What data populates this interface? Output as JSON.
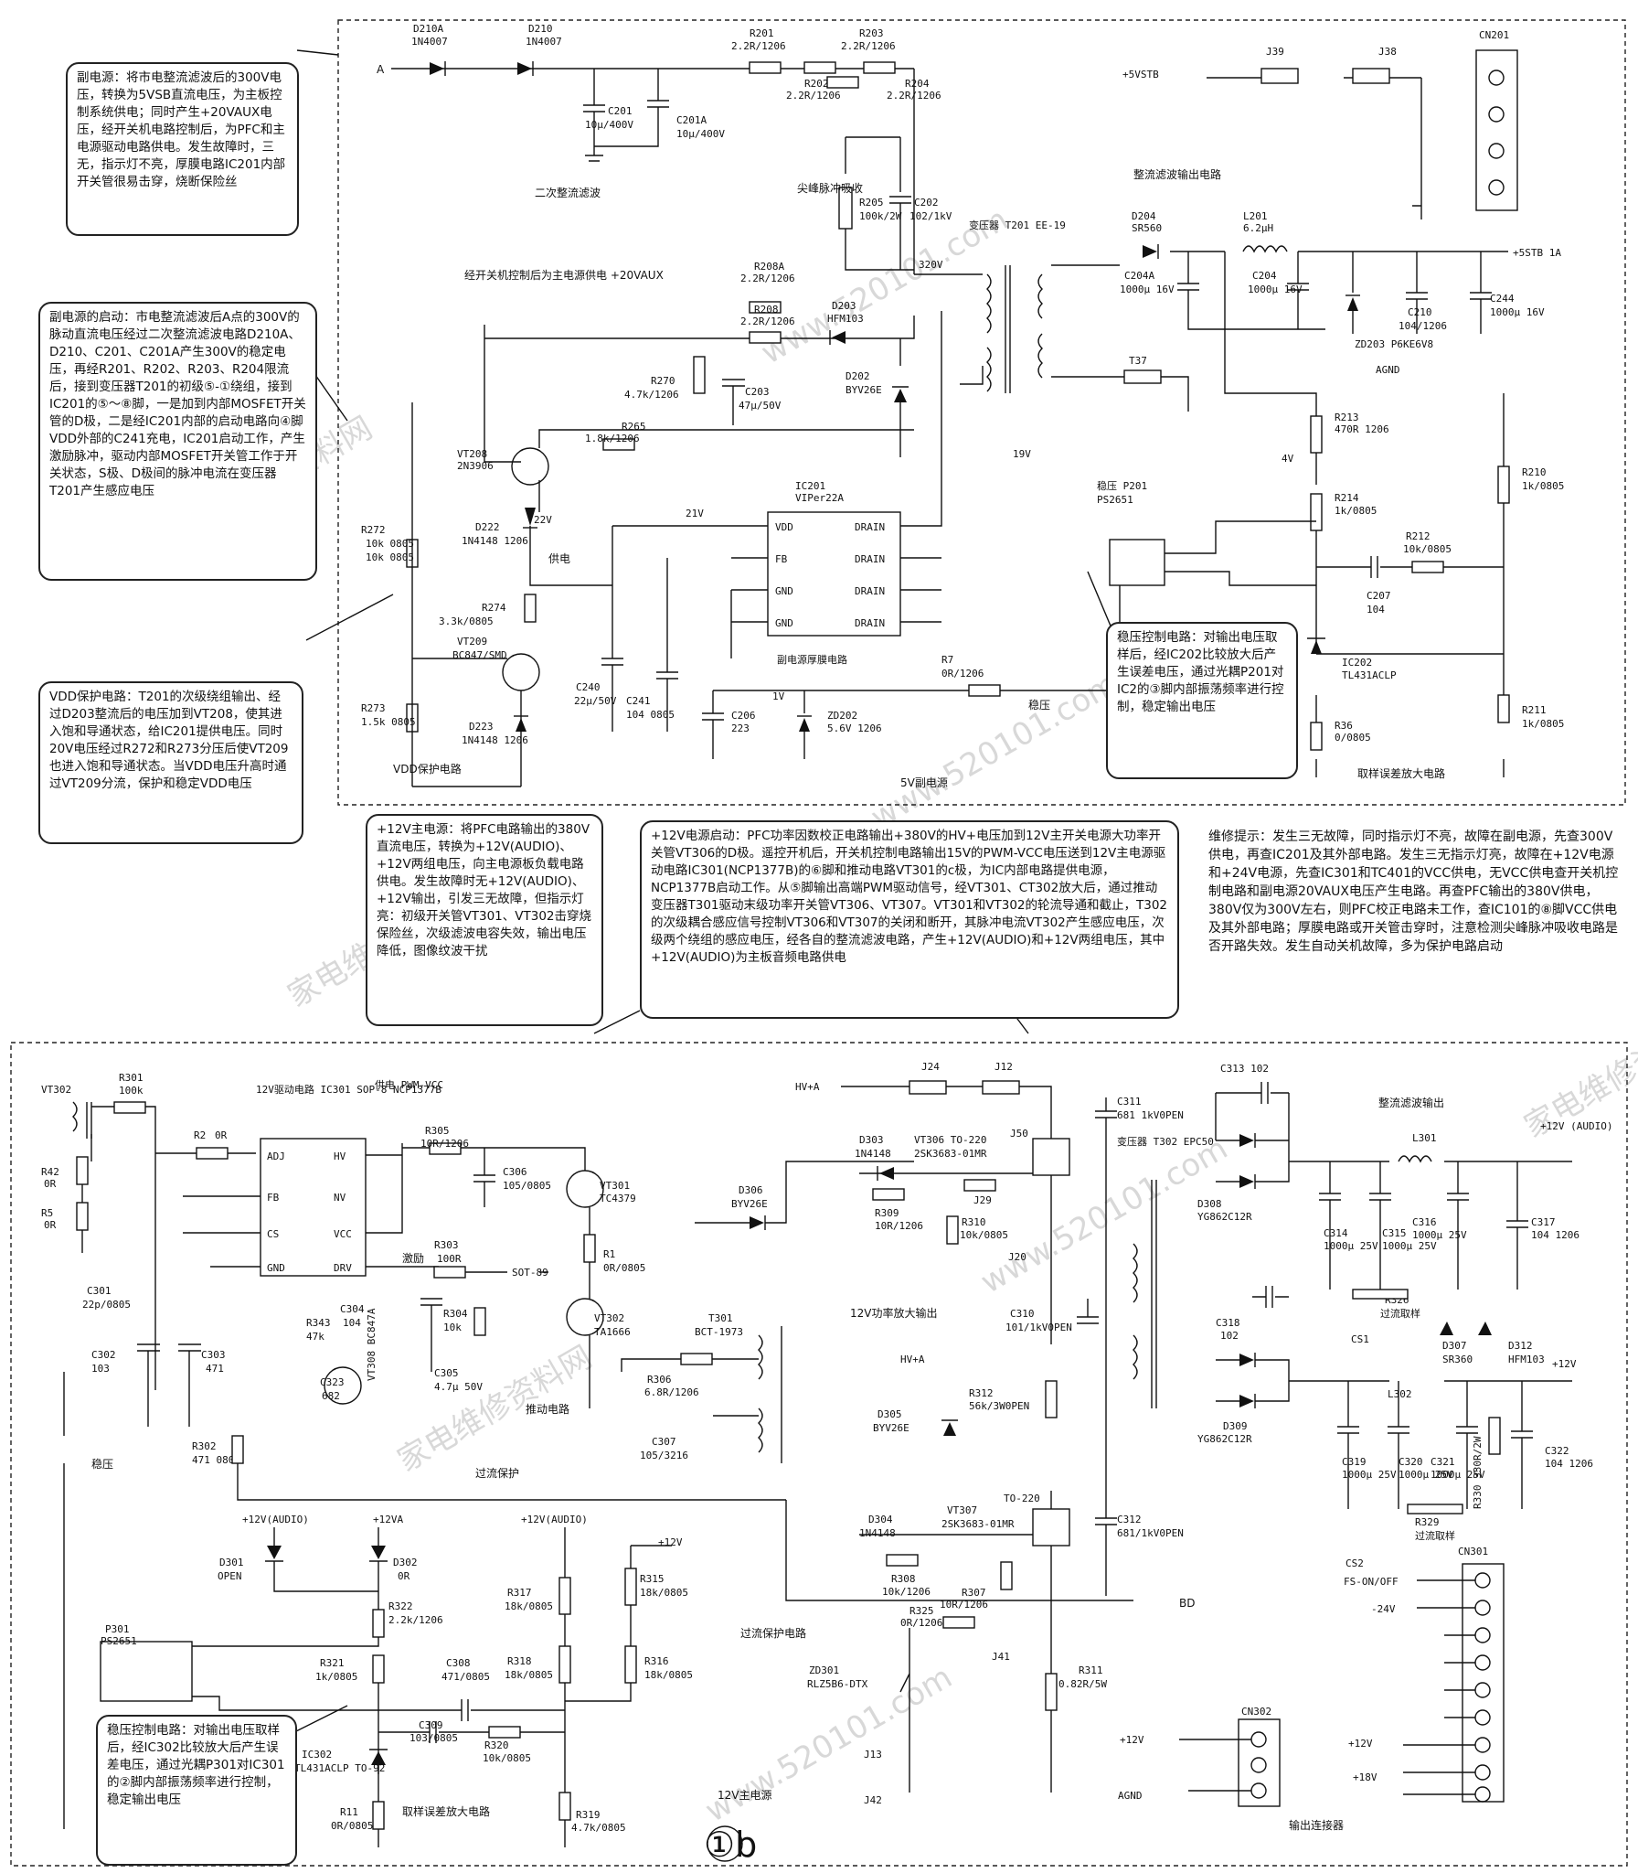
{
  "notes": {
    "aux_power": "副电源：将市电整流滤波后的300V电压，转换为5VSB直流电压，为主板控制系统供电；同时产生+20VAUX电压，经开关机电路控制后，为PFC和主电源驱动电路供电。发生故障时，三无，指示灯不亮，厚膜电路IC201内部开关管很易击穿，烧断保险丝",
    "aux_startup": "副电源的启动：市电整流滤波后A点的300V的脉动直流电压经过二次整流滤波电路D210A、D210、C201、C201A产生300V的稳定电压，再经R201、R202、R203、R204限流后，接到变压器T201的初级⑤-①绕组，接到IC201的⑤～⑧脚，一是加到内部MOSFET开关管的D极，二是经IC201内部的启动电路向④脚VDD外部的C241充电，IC201启动工作，产生激励脉冲，驱动内部MOSFET开关管工作于开关状态，S极、D极间的脉冲电流在变压器T201产生感应电压",
    "vdd_protect": "VDD保护电路：T201的次级绕组输出、经过D203整流后的电压加到VT208，使其进入饱和导通状态，给IC201提供电压。同时20V电压经过R272和R273分压后使VT209也进入饱和导通状态。当VDD电压升高时通过VT209分流，保护和稳定VDD电压",
    "reg_control_top": "稳压控制电路：对输出电压取样后，经IC202比较放大后产生误差电压，通过光耦P201对IC2的③脚内部振荡频率进行控制，稳定输出电压",
    "main_12v": "+12V主电源：将PFC电路输出的380V直流电压，转换为+12V(AUDIO)、+12V两组电压，向主电源板负载电路供电。发生故障时无+12V(AUDIO)、+12V输出，引发三无故障，但指示灯亮：初级开关管VT301、VT302击穿烧保险丝，次级滤波电容失效，输出电压降低，图像纹波干扰",
    "main_12v_start": "+12V电源启动：PFC功率因数校正电路输出+380V的HV+电压加到12V主开关电源大功率开关管VT306的D极。遥控开机后，开关机控制电路输出15V的PWM-VCC电压送到12V主电源驱动电路IC301(NCP1377B)的⑥脚和推动电路VT301的c极，为IC内部电路提供电源，NCP1377B启动工作。从⑤脚输出高端PWM驱动信号，经VT301、CT302放大后，通过推动变压器T301驱动末级功率开关管VT306、VT307。VT301和VT302的轮流导通和截止，T302的次级耦合感应信号控制VT306和VT307的关闭和断开，其脉冲电流VT302产生感应电压，次级两个绕组的感应电压，经各自的整流滤波电路，产生+12V(AUDIO)和+12V两组电压，其中+12V(AUDIO)为主板音频电路供电",
    "repair_tip": "维修提示：发生三无故障，同时指示灯不亮，故障在副电源，先查300V供电，再查IC201及其外部电路。发生三无指示灯亮，故障在+12V电源和+24V电源，先查IC301和TC401的VCC供电，无VCC供电查开关机控制电路和副电源20VAUX电压产生电路。再查PFC输出的380V供电，380V仅为300V左右，则PFC校正电路未工作，查IC101的⑧脚VCC供电及其外部电路；厚膜电路或开关管击穿时，注意检测尖峰脉冲吸收电路是否开路失效。发生自动关机故障，多为保护电路启动",
    "reg_control_bottom": "稳压控制电路：对输出电压取样后，经IC302比较放大后产生误差电压，通过光耦P301对IC301的②脚内部振荡频率进行控制，稳定输出电压"
  },
  "top": {
    "point_a": "A",
    "d210a": "D210A",
    "d210a_v": "1N4007",
    "d210": "D210",
    "d210_v": "1N4007",
    "r201": "R201",
    "r201_v": "2.2R/1206",
    "r203": "R203",
    "r203_v": "2.2R/1206",
    "r202": "R202",
    "r202_v": "2.2R/1206",
    "r204": "R204",
    "r204_v": "2.2R/1206",
    "c201": "C201",
    "c201_v": "10μ/400V",
    "c201a": "C201A",
    "c201a_v": "10μ/400V",
    "sec_filter": "二次整流滤波",
    "spike": "尖峰脉冲吸收",
    "r205": "R205",
    "r205_v": "100k/2W",
    "c202": "C202",
    "c202_v": "102/1kV",
    "v320": "320V",
    "t201": "变压器 T201 EE-19",
    "aux_ctrl": "经开关机控制后为主电源供电 +20VAUX",
    "r208a": "R208A",
    "r208a_v": "2.2R/1206",
    "r208": "R208",
    "r208_v": "2.2R/1206",
    "d203": "D203",
    "d203_v": "HFM103",
    "d202": "D202",
    "d202_v": "BYV26E",
    "r270": "R270",
    "r270_v": "4.7k/1206",
    "c203": "C203",
    "c203_v": "47μ/50V",
    "r265": "R265",
    "r265_v": "1.8k/1206",
    "v19": "19V",
    "vt208": "VT208",
    "vt208_v": "2N3906",
    "ic201": "IC201",
    "ic201_v": "VIPer22A",
    "d222": "D222",
    "d222_v": "1N4148 1206",
    "v22": "22V",
    "supply": "供电",
    "v21": "21V",
    "r272": "R272",
    "r272_v": "10k 0805",
    "r274": "R274",
    "r274_v": "3.3k/0805",
    "vt209": "VT209",
    "vt209_v": "BC847/SMD",
    "r273": "R273",
    "r273_v": "1.5k 0805",
    "d223": "D223",
    "d223_v": "1N4148 1206",
    "vdd_prot": "VDD保护电路",
    "c240": "C240",
    "c240_v": "22μ/50V",
    "c241": "C241",
    "c241_v": "104 0805",
    "c206": "C206",
    "c206_v": "223",
    "zd202": "ZD202",
    "zd202_v": "5.6V 1206",
    "v1": "1V",
    "r7": "R7",
    "r7_v": "0R/1206",
    "stab": "稳压",
    "thick_film": "副电源厚膜电路",
    "sub5v": "5V副电源",
    "pin_vdd": "VDD",
    "pin_fb": "FB",
    "pin_gnd": "GND",
    "pin_drain": "DRAIN",
    "p5vstb": "+5VSTB",
    "j39": "J39",
    "j38": "J38",
    "cn201": "CN201",
    "rect_out": "整流滤波输出电路",
    "d204": "D204",
    "d204_v": "SR560",
    "l201": "L201",
    "l201_v": "6.2μH",
    "c204a": "C204A",
    "c204a_v": "1000μ 16V",
    "c204": "C204",
    "c204_v": "1000μ 16V",
    "zd203": "ZD203 P6KE6V8",
    "c210": "C210",
    "c210_v": "104/1206",
    "c244": "C244",
    "c244_v": "1000μ 16V",
    "out5": "+5STB 1A",
    "agnd": "AGND",
    "t37": "T37",
    "r213": "R213",
    "r213_v": "470R 1206",
    "v4": "4V",
    "p201": "稳压 P201",
    "p201_v": "PS2651",
    "r214": "R214",
    "r214_v": "1k/0805",
    "r210": "R210",
    "r210_v": "1k/0805",
    "r212": "R212",
    "r212_v": "10k/0805",
    "c207": "C207",
    "c207_v": "104",
    "ic202": "IC202",
    "ic202_v": "TL431ACLP",
    "r36": "R36",
    "r36_v": "0/0805",
    "r211": "R211",
    "r211_v": "1k/0805",
    "sample_amp": "取样误差放大电路"
  },
  "bottom": {
    "vt302l": "VT302",
    "r301": "R301",
    "r301_v": "100k",
    "r2": "R2",
    "r2_v": "0R",
    "r42": "R42",
    "r42_v": "0R",
    "r5": "R5",
    "r5_v": "0R",
    "ic301": "12V驱动电路 IC301 SOP-8 NCP1377B",
    "pins": [
      "ADJ",
      "HV",
      "FB",
      "NV",
      "CS",
      "VCC",
      "GND",
      "DRV"
    ],
    "c301": "C301",
    "c301_v": "22p/0805",
    "c302": "C302",
    "c302_v": "103",
    "c303": "C303",
    "c303_v": "471",
    "wenya": "稳压",
    "r302": "R302",
    "r302_v": "471 0805",
    "r343": "R343",
    "r343_v": "47k",
    "c323": "C323",
    "c323_v": "682",
    "c304": "C304",
    "c304_v": "104",
    "vt308": "VT308 BC847A",
    "pwmvcc": "供电 PWM-VCC",
    "r305": "R305",
    "r305_v": "10R/1206",
    "c306": "C306",
    "c306_v": "105/0805",
    "r303": "R303",
    "r303_v": "100R",
    "excite": "激励",
    "sot89": "SOT-89",
    "r304": "R304",
    "r304_v": "10k",
    "c305": "C305",
    "c305_v": "4.7μ 50V",
    "vt301": "VT301",
    "vt301_v": "TC4379",
    "r1": "R1",
    "r1_v": "0R/0805",
    "vt302": "VT302",
    "vt302_v": "TA1666",
    "drive": "推动电路",
    "overcur": "过流保护",
    "t301": "T301",
    "t301_v": "BCT-1973",
    "r306": "R306",
    "r306_v": "6.8R/1206",
    "c307": "C307",
    "c307_v": "105/3216",
    "d306": "D306",
    "d306_v": "BYV26E",
    "hva": "HV+A",
    "j24": "J24",
    "j12": "J12",
    "d303": "D303",
    "d303_v": "1N4148",
    "vt306": "VT306 TO-220",
    "vt306_v": "2SK3683-01MR",
    "j50": "J50",
    "j29": "J29",
    "j20": "J20",
    "r309": "R309",
    "r309_v": "10R/1206",
    "r310": "R310",
    "r310_v": "10k/0805",
    "amp_out": "12V功率放大输出",
    "c310": "C310",
    "c310_v": "101/1kV0PEN",
    "hva2": "HV+A",
    "d305": "D305",
    "d305_v": "BYV26E",
    "r312": "R312",
    "r312_v": "56k/3W0PEN",
    "c311": "C311",
    "c311_v": "681 1kV0PEN",
    "t302": "变压器 T302 EPC50",
    "d304": "D304",
    "d304_v": "1N4148",
    "vt307": "VT307",
    "vt307_v": "2SK3683-01MR",
    "to220": "TO-220",
    "r308": "R308",
    "r308_v": "10k/1206",
    "r307": "R307",
    "r307_v": "10R/1206",
    "c312": "C312",
    "c312_v": "681/1kV0PEN",
    "bd": "BD",
    "r325": "R325",
    "r325_v": "0R/1206",
    "j41": "J41",
    "r311": "R311",
    "r311_v": "0.82R/5W",
    "zd301": "ZD301",
    "zd301_v": "RLZ5B6-DTX",
    "j13": "J13",
    "j42": "J42",
    "overcur2": "过流保护电路",
    "main12": "12V主电源",
    "c313": "C313 102",
    "rect_out": "整流滤波输出",
    "d308": "D308",
    "d308_v": "YG862C12R",
    "l301": "L301",
    "p12audio": "+12V (AUDIO)",
    "c314": "C314",
    "c314_v": "1000μ 25V",
    "c315": "C315",
    "c315_v": "1000μ 25V",
    "c316": "C316",
    "c316_v": "1000μ 25V",
    "c317": "C317",
    "c317_v": "104 1206",
    "r326": "R326",
    "r326_v": "过流取样",
    "cs1": "CS1",
    "d307": "D307",
    "d307_v": "SR360",
    "d312": "D312",
    "d312_v": "HFM103",
    "c318": "C318",
    "c318_v": "102",
    "d309": "D309",
    "d309_v": "YG862C12R",
    "l302": "L302",
    "p12": "+12V",
    "c319": "C319",
    "c319_v": "1000μ 25V",
    "c320": "C320",
    "c320_v": "1000μ 25V",
    "c321": "C321",
    "c321_v": "1000μ 25V",
    "r330": "R330 330R/2W",
    "c322": "C322",
    "c322_v": "104 1206",
    "r329": "R329",
    "r329_v": "过流取样",
    "cs2": "CS2",
    "cn301": "CN301",
    "fs": "FS-ON/OFF",
    "m24": "-24V",
    "p12b": "+12V",
    "p18": "+18V",
    "cn302": "CN302",
    "p12c": "+12V",
    "agnd": "AGND",
    "out_conn": "输出连接器",
    "a12audio": "+12V(AUDIO)",
    "a12va": "+12VA",
    "a12audio2": "+12V(AUDIO)",
    "a12": "+12V",
    "d301": "D301",
    "d301_v": "OPEN",
    "d302": "D302",
    "d302_v": "0R",
    "r322": "R322",
    "r322_v": "2.2k/1206",
    "r317": "R317",
    "r317_v": "18k/0805",
    "r315": "R315",
    "r315_v": "18k/0805",
    "r318": "R318",
    "r318_v": "18k/0805",
    "r316": "R316",
    "r316_v": "18k/0805",
    "p301": "P301",
    "p301_v": "PS2651",
    "r321": "R321",
    "r321_v": "1k/0805",
    "c308": "C308",
    "c308_v": "471/0805",
    "c309": "C309",
    "c309_v": "103/0805",
    "r320": "R320",
    "r320_v": "10k/0805",
    "ic302": "IC302",
    "ic302_v": "TL431ACLP TO-92",
    "r11": "R11",
    "r11_v": "0R/0805",
    "r319": "R319",
    "r319_v": "4.7k/0805",
    "sample_amp": "取样误差放大电路",
    "fig": "①b"
  },
  "watermark": "家电维修资料网",
  "watermark_url": "www.520101.com"
}
